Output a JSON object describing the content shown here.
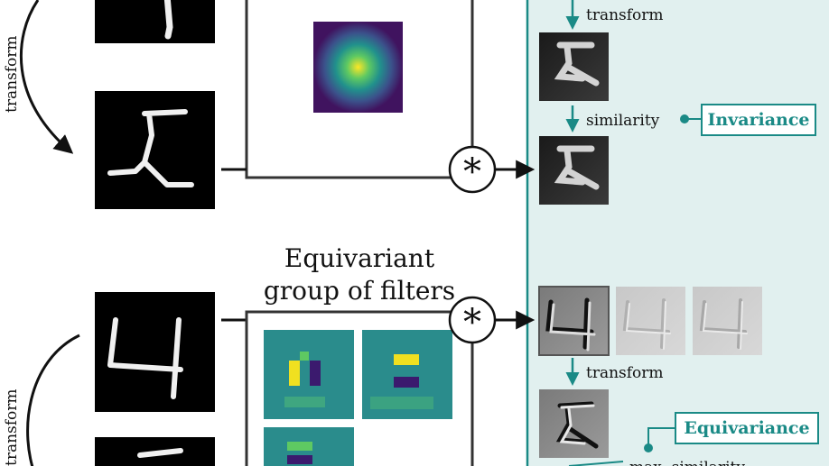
{
  "labels": {
    "transform_top_arc": "transform",
    "transform_bottom_arc": "transform",
    "transform_right_top": "transform",
    "similarity": "similarity",
    "invariance": "Invariance",
    "equivariant_title_1": "Equivariant",
    "equivariant_title_2": "group of filters",
    "transform_right_bottom": "transform",
    "equivariance": "Equivariance",
    "max_similarity": "max. similarity",
    "conv_symbol": "*"
  },
  "colors": {
    "teal": "#1a8a86",
    "panel_bg": "#e1f0ef",
    "black": "#111111",
    "filter_bg": "#2a8c8c",
    "filter_yellow": "#f0e020",
    "filter_purple": "#3b1a6e"
  },
  "icons": {
    "digit_tile": "mnist-digit-image",
    "filter_tile": "viridis-filter-image",
    "feature_tile": "feature-map-image"
  }
}
